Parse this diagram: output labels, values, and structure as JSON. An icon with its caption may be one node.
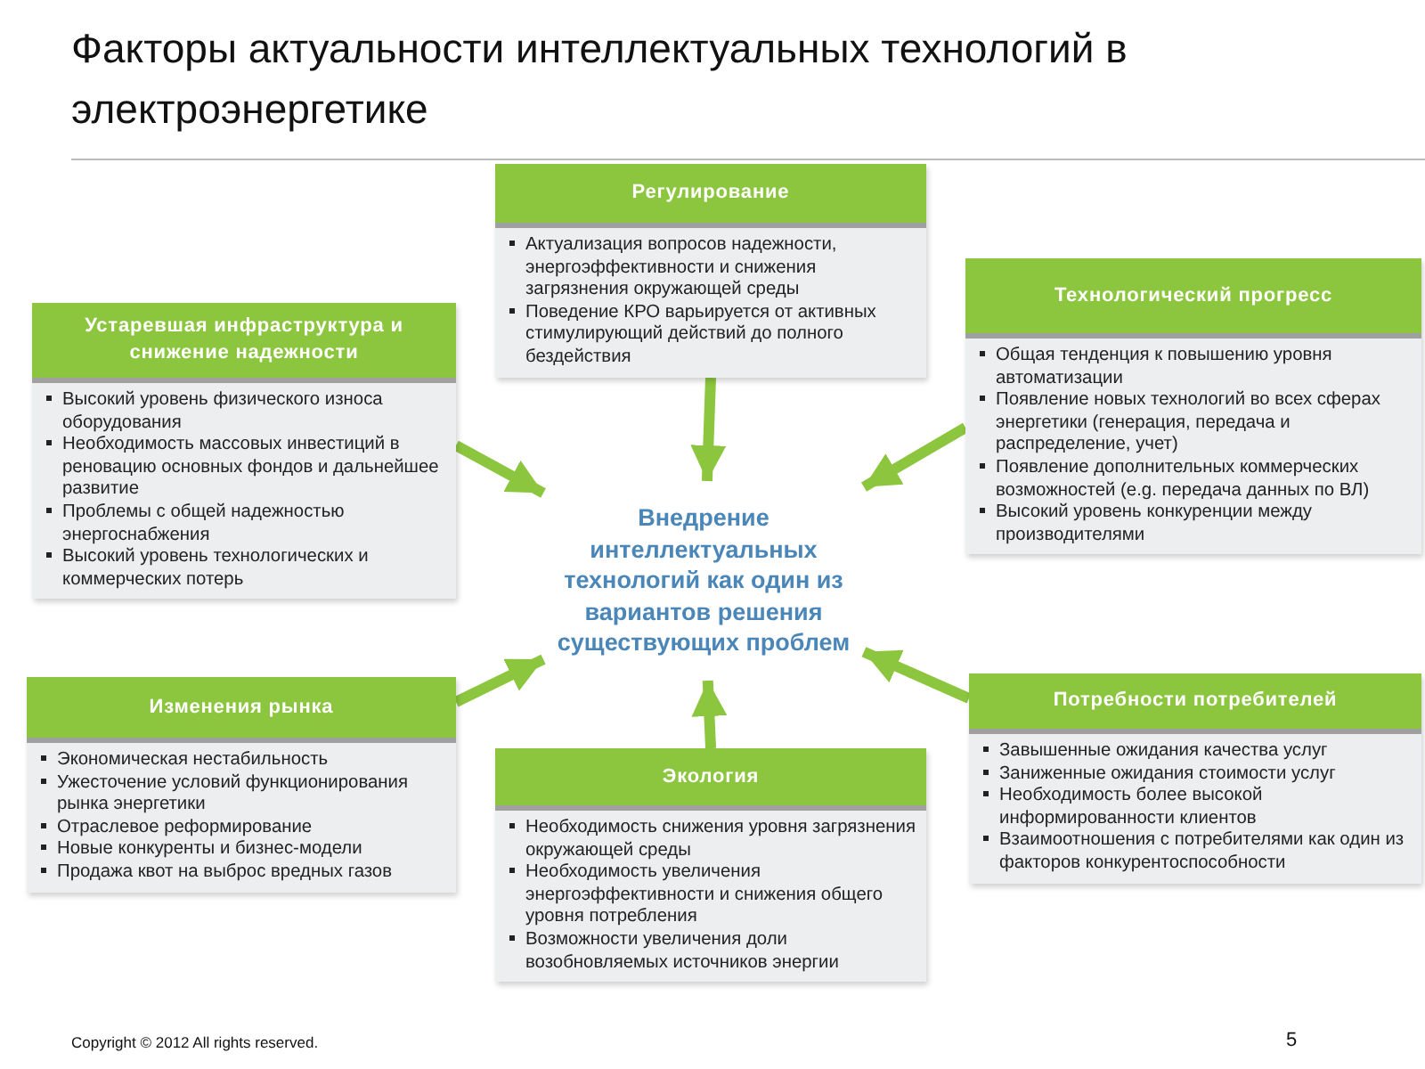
{
  "diagram": {
    "title": "Факторы актуальности интеллектуальных технологий в электроэнергетике",
    "nodes": [
      {
        "text": [
          "Регулирование",
          "Актуализация вопросов надежности, энергоэффективности и снижения загрязнения окружающей среды",
          "Поведение КРО варьируется от активных стимулирующий действий до полного бездействия"
        ]
      },
      {
        "text": [
          "Устаревшая инфраструктура и снижение надежности",
          "Высокий уровень физического износа оборудования",
          "Необходимость массовых инвестиций в реновацию основных фондов и дальнейшее развитие",
          "Проблемы с общей надежностью энергоснабжения",
          "Высокий уровень технологических и коммерческих потерь"
        ]
      },
      {
        "text": [
          "Технологический прогресс",
          "Общая тенденция к повышению уровня автоматизации",
          "Появление новых технологий во всех сферах энергетики (генерация, передача и распределение, учет)",
          "Появление дополнительных коммерческих возможностей (e.g. передача данных по ВЛ)",
          "Высокий уровень конкуренции между производителями"
        ]
      },
      {
        "text": [
          "Внедрение интеллектуальных технологий как один из вариантов решения существующих проблем"
        ]
      },
      {
        "text": [
          "Изменения рынка",
          "Экономическая нестабильность",
          "Ужесточение условий функционирования рынка энергетики",
          "Отраслевое реформирование",
          "Новые конкуренты и бизнес-модели",
          "Продажа квот на выброс вредных газов"
        ]
      },
      {
        "text": [
          "Экология",
          "Необходимость снижения уровня загрязнения окружающей среды",
          "Необходимость увеличения энергоэффективности и снижения общего уровня потребления",
          "Возможности увеличения доли возобновляемых источников энергии"
        ]
      },
      {
        "text": [
          "Потребности потребителей",
          "Завышенные ожидания качества услуг",
          "Заниженные ожидания стоимости услуг",
          "Необходимость более высокой информированности клиентов",
          "Взаимоотношения с потребителями как один из факторов конкурентоспособности"
        ]
      }
    ],
    "edges": [
      {
        "from": 0,
        "to": 3,
        "arrow": "to"
      },
      {
        "from": 1,
        "to": 3,
        "arrow": "to"
      },
      {
        "from": 2,
        "to": 3,
        "arrow": "to"
      },
      {
        "from": 4,
        "to": 3,
        "arrow": "to"
      },
      {
        "from": 5,
        "to": 3,
        "arrow": "to"
      },
      {
        "from": 6,
        "to": 3,
        "arrow": "to"
      }
    ],
    "labels": [
      "Copyright © 2012 All rights reserved.",
      "5"
    ]
  }
}
